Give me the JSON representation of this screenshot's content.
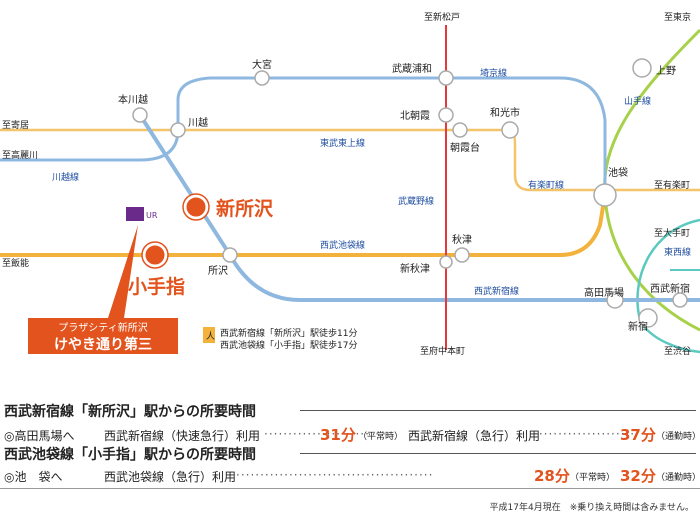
{
  "colors": {
    "jr_line": "#8fb8e0",
    "seibu_shinjuku": "#8fb8e0",
    "seibu_ikebukuro": "#f3b23b",
    "tobu_tojo": "#f3c46a",
    "musashino": "#e53a3a",
    "yamanote": "#a7d14a",
    "saikyo": "#5cc9c1",
    "accent": "#e2531d",
    "label_blue": "#1f4ea0"
  },
  "stations": {
    "hon_kawagoe": "本川越",
    "kawagoe": "川越",
    "omiya": "大宮",
    "musashi_urawa": "武蔵浦和",
    "kita_asaka": "北朝霞",
    "asakadai": "朝霞台",
    "wakoshi": "和光市",
    "ueno": "上野",
    "ikebukuro": "池袋",
    "tokorozawa": "所沢",
    "akitsu": "秋津",
    "shin_akitsu": "新秋津",
    "takadanobaba": "高田馬場",
    "seibu_shinjuku": "西武新宿",
    "shinjuku": "新宿",
    "shin_tokorozawa": "新所沢",
    "kotesashi": "小手指"
  },
  "directions": {
    "to_shin_matsudo": "至新松戸",
    "to_tokyo": "至東京",
    "to_yorii": "至寄居",
    "to_komagawa": "至高麗川",
    "to_hanno": "至飯能",
    "to_yurakucho": "至有楽町",
    "to_otemachi": "至大手町",
    "to_fuchu_honmachi": "至府中本町",
    "to_shibuya": "至渋谷"
  },
  "lines": {
    "saikyo": "埼京線",
    "yamanote": "山手線",
    "tobu_tojo": "東武東上線",
    "yurakucho": "有楽町線",
    "musashino": "武蔵野線",
    "seibu_ikebukuro": "西武池袋線",
    "seibu_shinjuku": "西武新宿線",
    "kawagoe": "川越線",
    "tozai": "東西線"
  },
  "property": {
    "name_line1": "プラザシティ新所沢",
    "name_line2": "けやき通り第三",
    "logo_text": "UR",
    "access_line1": "西武新宿線「新所沢」駅徒歩11分",
    "access_line2": "西武池袋線「小手指」駅徒歩17分"
  },
  "travel": {
    "heading1": "西武新宿線「新所沢」駅からの所要時間",
    "row1_dest": "◎高田馬場へ",
    "row1_route_a": "西武新宿線（快速急行）利用",
    "row1_time_a": "31分",
    "row1_note_a": "（平常時）",
    "row1_route_b": "西武新宿線（急行）利用",
    "row1_time_b": "37分",
    "row1_note_b": "（通勤時）",
    "heading2": "西武池袋線「小手指」駅からの所要時間",
    "row2_dest": "◎池　袋へ",
    "row2_route": "西武池袋線（急行）利用",
    "row2_time_a": "28分",
    "row2_note_a": "（平常時）",
    "row2_time_b": "32分",
    "row2_note_b": "（通勤時）",
    "footnote": "平成17年4月現在　※乗り換え時間は含みません。"
  }
}
